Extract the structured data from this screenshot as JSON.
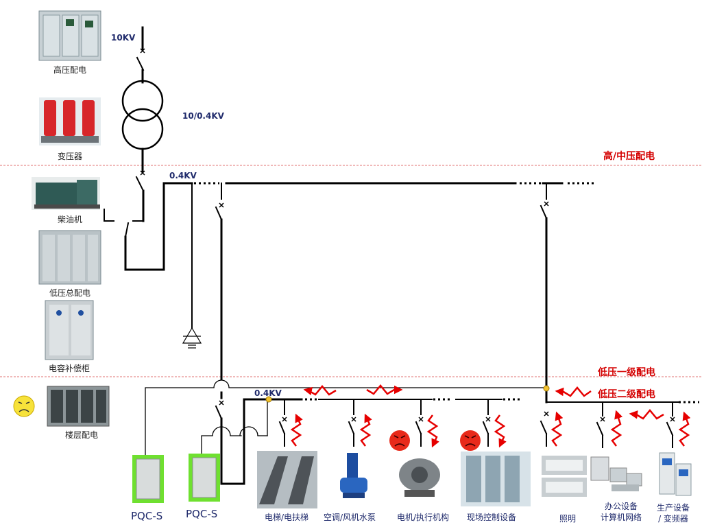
{
  "voltages": {
    "hv": "10KV",
    "ratio": "10/0.4KV",
    "lv_main": "0.4KV",
    "lv_branch": "0.4KV"
  },
  "zones": {
    "hv": "高/中压配电",
    "lv1": "低压一级配电",
    "lv2": "低压二级配电"
  },
  "equipment": {
    "hv_cabinet": "高压配电",
    "transformer": "变压器",
    "diesel": "柴油机",
    "lv_main_cabinet": "低压总配电",
    "capacitor_cabinet": "电容补偿柜",
    "floor_cabinet": "楼层配电"
  },
  "pqc": {
    "left": "PQC-S",
    "right": "PQC-S"
  },
  "loads": {
    "elevator": "电梯/电扶梯",
    "hvac": "空调/风机水泵",
    "motor": "电机/执行机构",
    "control": "现场控制设备",
    "lighting": "照明",
    "office_1": "办公设备",
    "office_2": "计算机网络",
    "production_1": "生产设备",
    "production_2": "/ 变频器"
  },
  "colors": {
    "line": "#000000",
    "zone_text": "#d40000",
    "arrow": "#e60000",
    "divider": "#e07070",
    "node": "#f2c230",
    "pqc_frame": "#6fe030"
  }
}
